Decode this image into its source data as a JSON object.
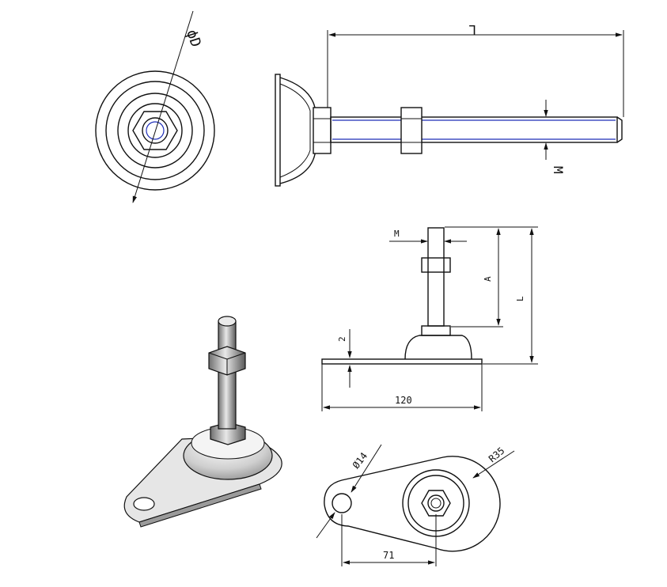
{
  "labels": {
    "phi_d": "ϕD",
    "l_top": "L",
    "m_top": "M",
    "m_front": "M",
    "a_front": "A",
    "l_front": "L",
    "two": "2",
    "width_120": "120",
    "hole_14": "Ø14",
    "radius_35": "R35",
    "dist_71": "71"
  },
  "colors": {
    "line": "#111111",
    "thread_accent": "#1f2fb8",
    "background": "#ffffff"
  }
}
